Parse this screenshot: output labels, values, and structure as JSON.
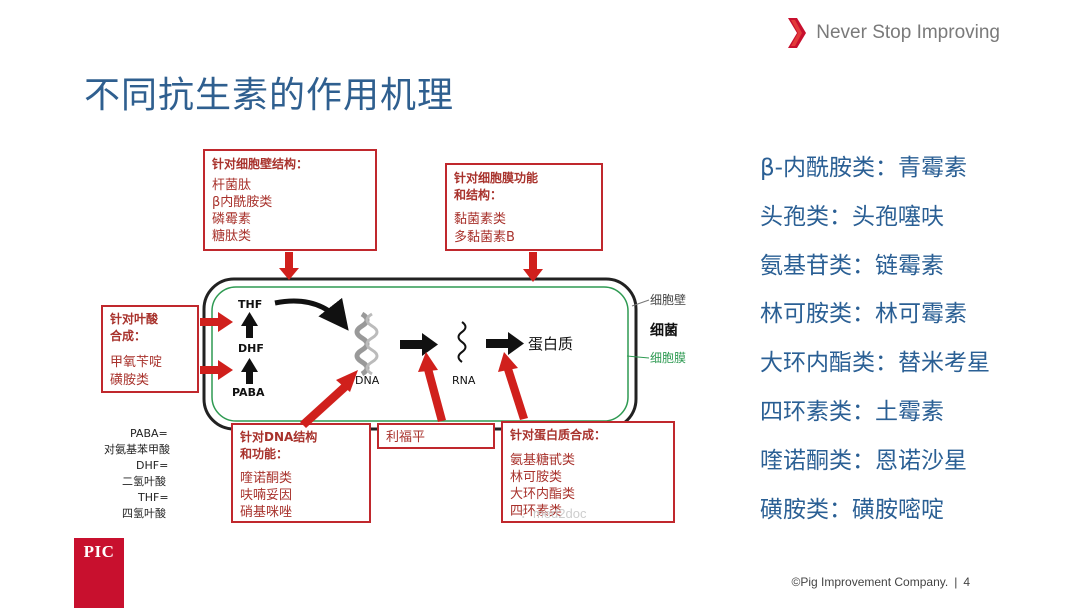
{
  "brand": {
    "tagline": "Never Stop Improving",
    "accent": "#c8102e"
  },
  "title": "不同抗生素的作用机理",
  "diagram": {
    "cell_wall_box": {
      "heading": "针对细胞壁结构：",
      "items": [
        "杆菌肽",
        "β内酰胺类",
        "磷霉素",
        "糖肽类"
      ]
    },
    "membrane_box": {
      "heading_lines": [
        "针对细胞膜功能",
        "和结构："
      ],
      "items": [
        "黏菌素类",
        "多黏菌素B"
      ]
    },
    "folate_box": {
      "heading_lines": [
        "针对叶酸",
        "合成："
      ],
      "items": [
        "甲氧苄啶",
        "磺胺类"
      ]
    },
    "dna_box": {
      "heading_lines": [
        "针对DNA结构",
        "和功能："
      ],
      "items": [
        "喹诺酮类",
        "呋喃妥因",
        "硝基咪唑"
      ]
    },
    "rifampin_box": {
      "label": "利福平"
    },
    "protein_box": {
      "heading": "针对蛋白质合成：",
      "items": [
        "氨基糖甙类",
        "林可胺类",
        "大环内酯类",
        "四环素类"
      ]
    },
    "cell": {
      "thf": "THF",
      "dhf": "DHF",
      "paba": "PABA",
      "dna": "DNA",
      "rna": "RNA",
      "protein": "蛋白质"
    },
    "side_labels": {
      "wall": "细胞壁",
      "bacteria": "细菌",
      "membrane": "细胞膜"
    },
    "legend": [
      "PABA=",
      "对氨基苯甲酸",
      "DHF=",
      "二氢叶酸",
      "THF=",
      "四氢叶酸"
    ],
    "watermark": "：med2doc",
    "colors": {
      "box_border": "#c0282d",
      "box_text": "#a8322c",
      "arrow": "#d0201c",
      "membrane": "#2e9a52"
    }
  },
  "mechanisms": [
    {
      "cls": "β-内酰胺类",
      "drug": "青霉素"
    },
    {
      "cls": "头孢类",
      "drug": "头孢噻呋"
    },
    {
      "cls": "氨基苷类",
      "drug": "链霉素"
    },
    {
      "cls": "林可胺类",
      "drug": "林可霉素"
    },
    {
      "cls": "大环内酯类",
      "drug": "替米考星"
    },
    {
      "cls": "四环素类",
      "drug": "土霉素"
    },
    {
      "cls": "喹诺酮类",
      "drug": "恩诺沙星"
    },
    {
      "cls": "磺胺类",
      "drug": "磺胺嘧啶"
    }
  ],
  "logo": {
    "text": "PIC"
  },
  "footer": {
    "copyright": "©Pig Improvement Company.",
    "page": "4"
  }
}
